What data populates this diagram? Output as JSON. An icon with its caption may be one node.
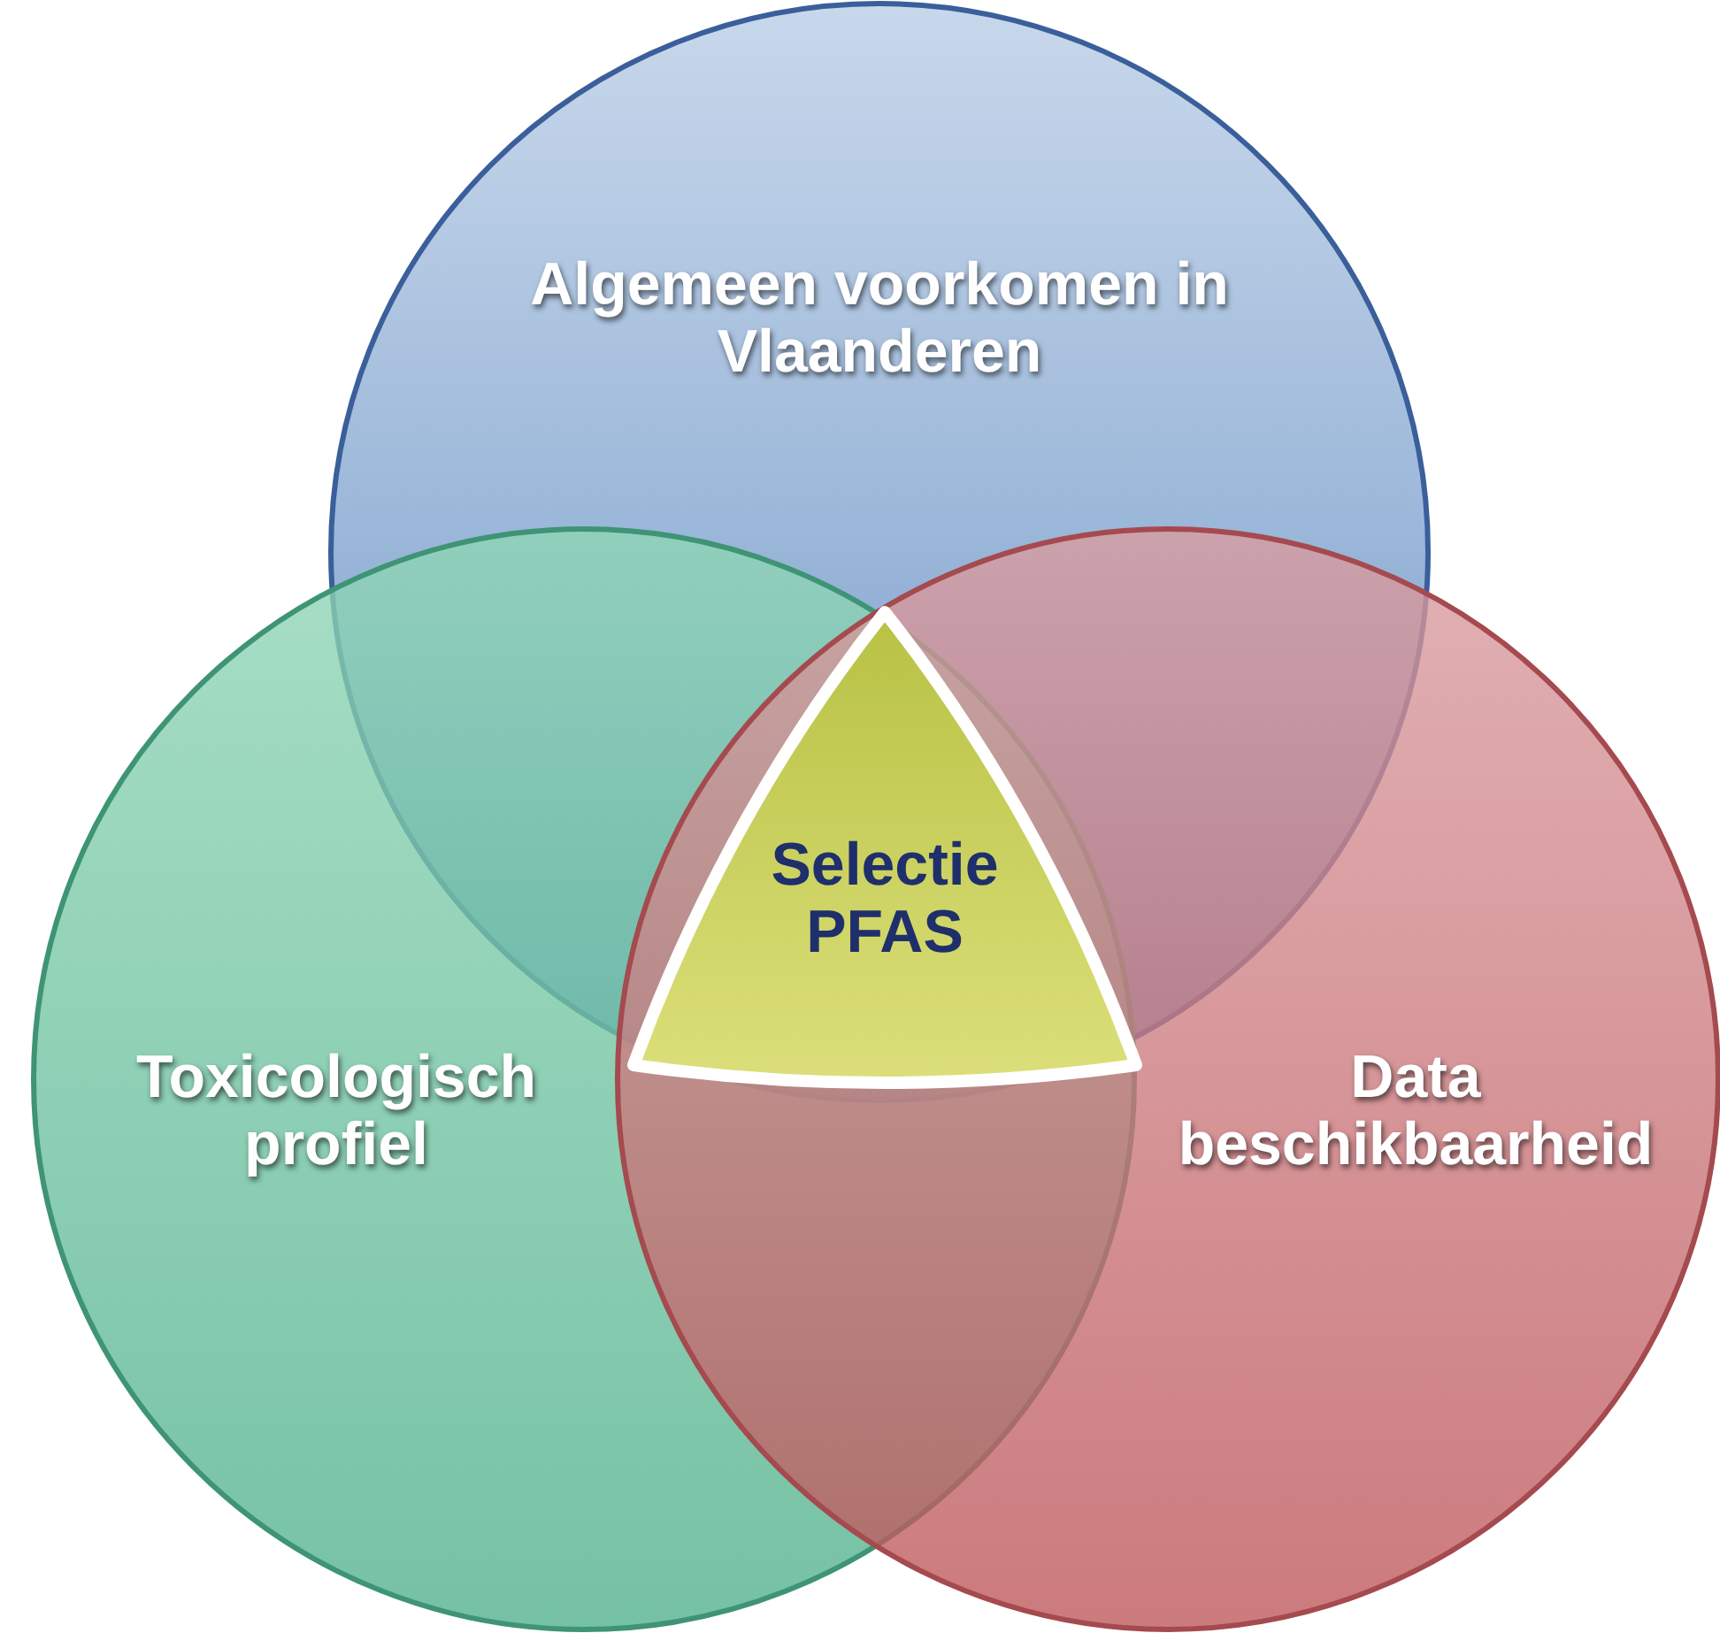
{
  "diagram": {
    "nodes": [
      {
        "text": [
          "Algemeen voorkomen in Vlaanderen"
        ]
      },
      {
        "text": [
          "Selectie PFAS"
        ]
      },
      {
        "text": [
          "Toxicologisch profiel"
        ]
      },
      {
        "text": [
          "Data beschikbaarheid"
        ]
      }
    ]
  }
}
